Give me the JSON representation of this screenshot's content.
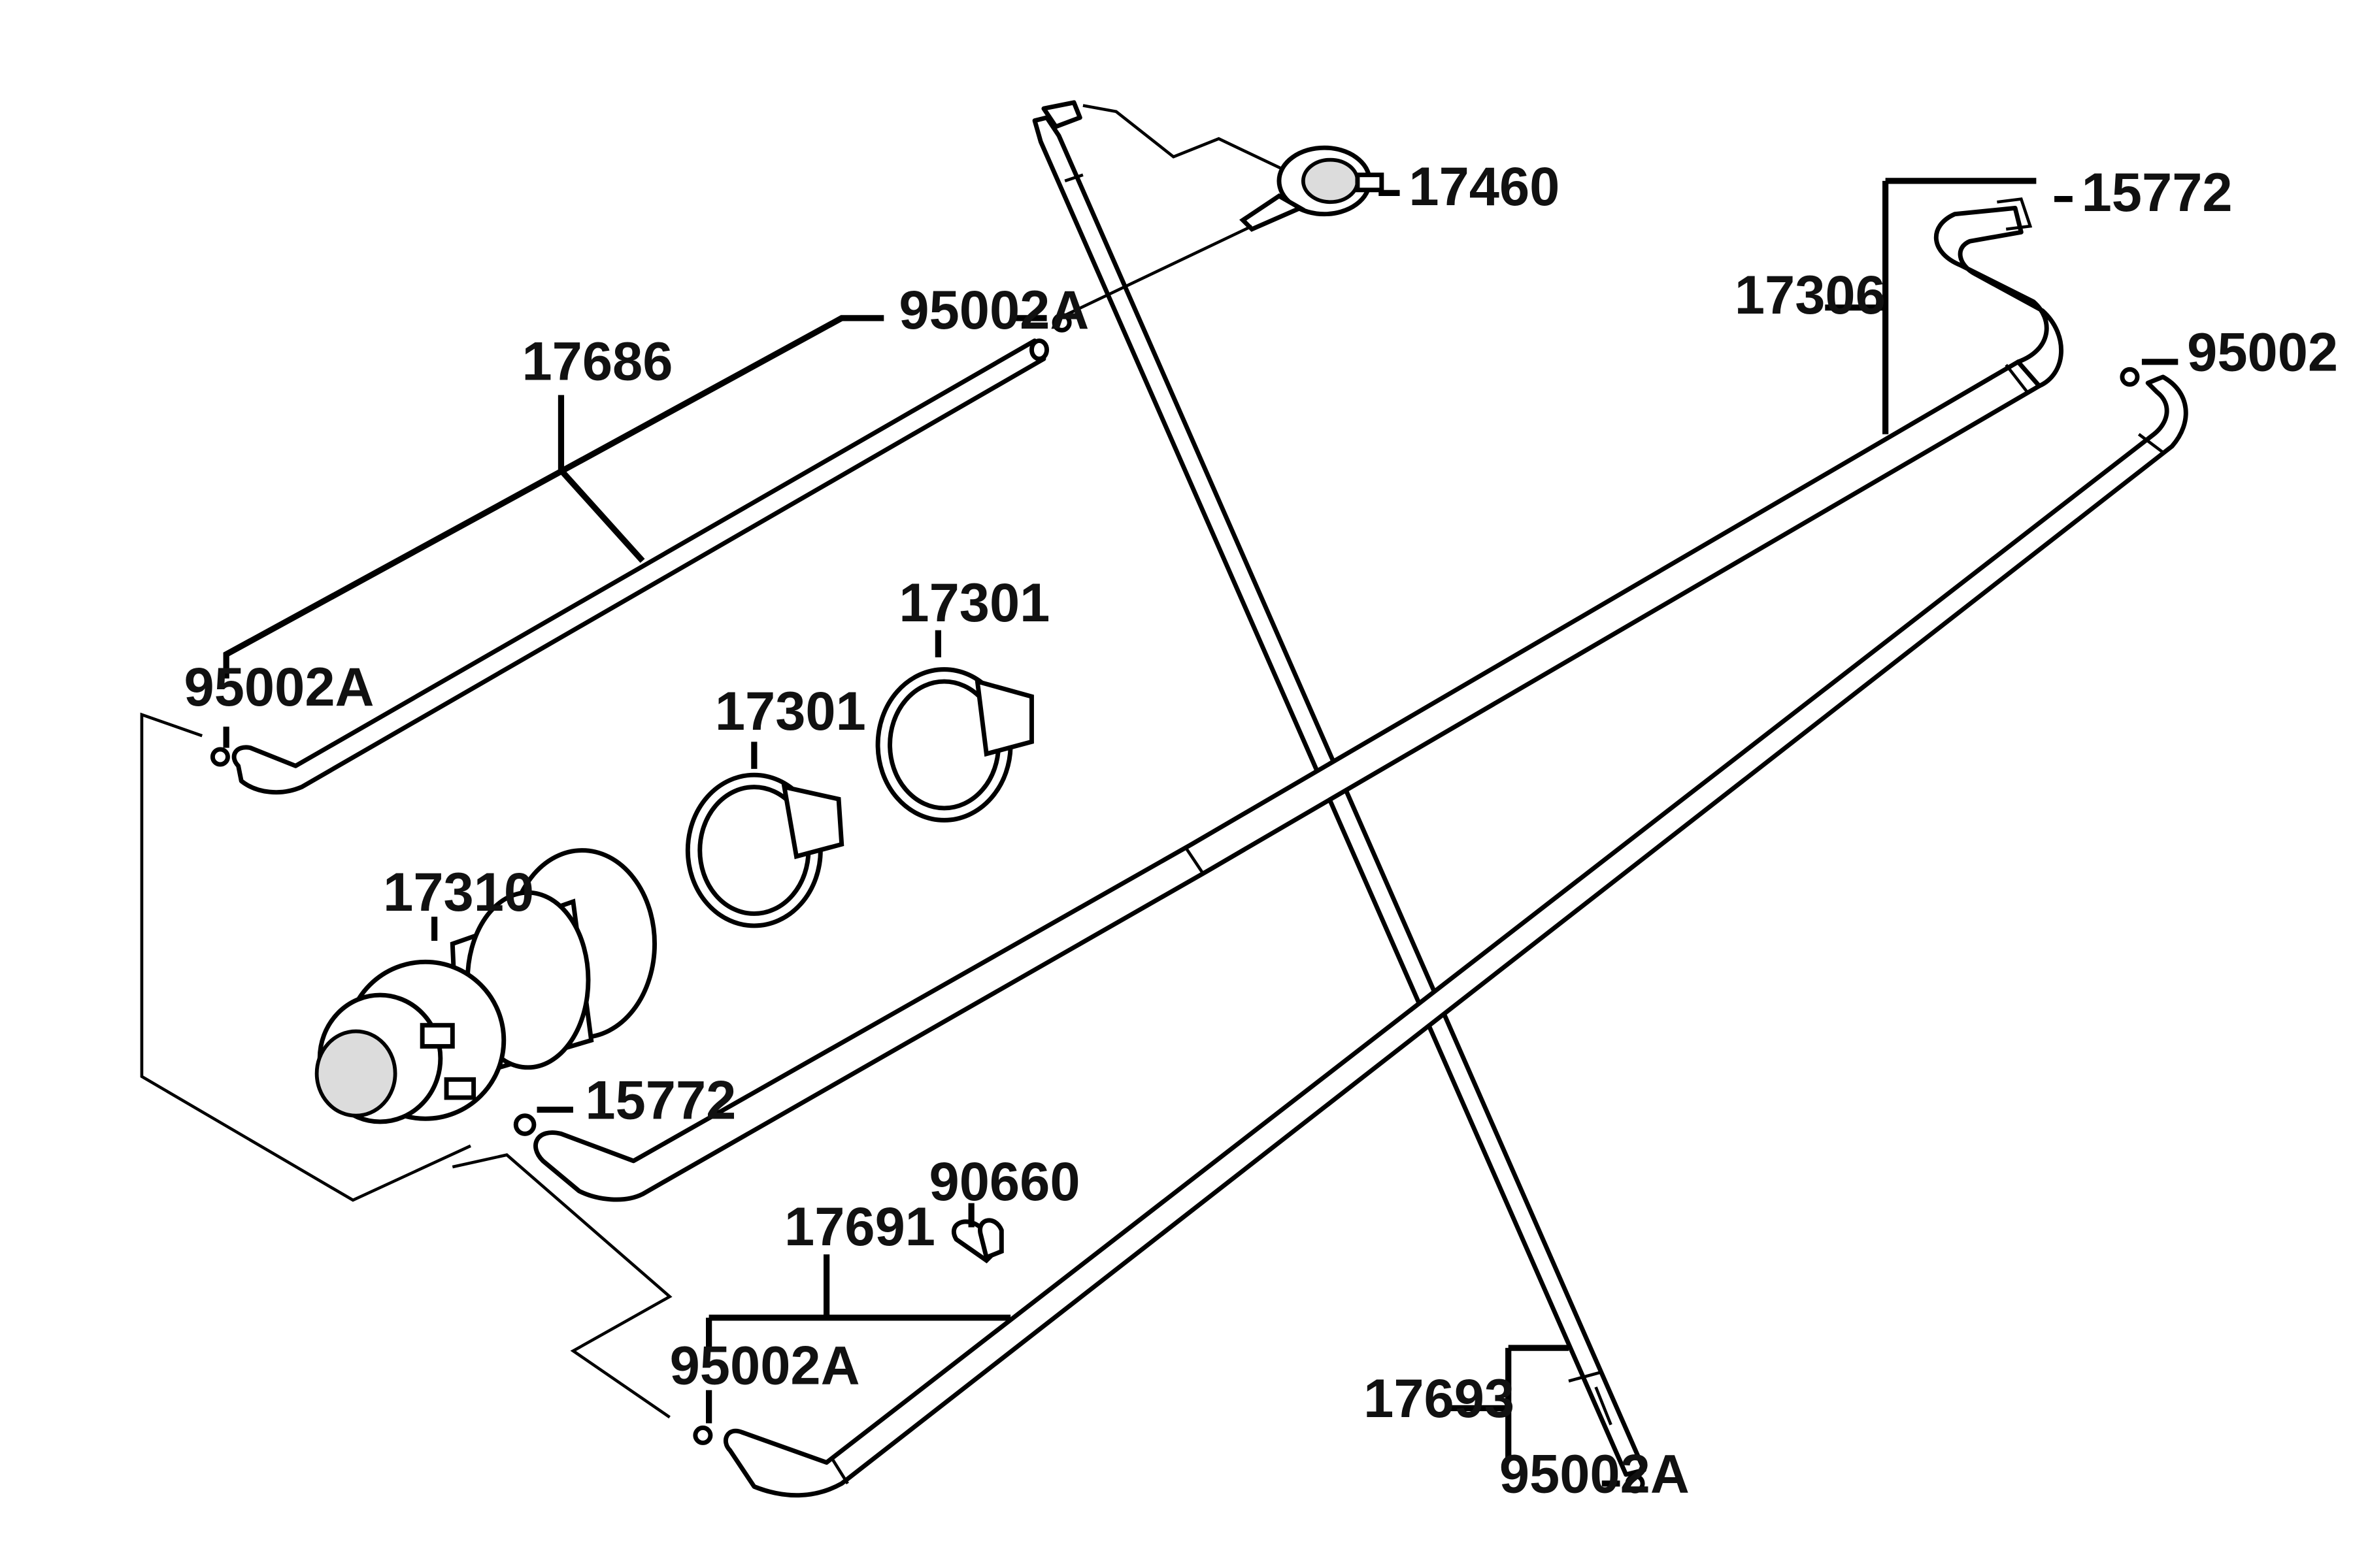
{
  "diagram": {
    "background": "#ffffff",
    "line_color": "#000000",
    "part_labels": {
      "p17460": "17460",
      "p15772_top": "15772",
      "p17306": "17306",
      "p95002_right": "95002",
      "p95002a_top": "95002A",
      "p17686": "17686",
      "p95002a_left": "95002A",
      "p17301_a": "17301",
      "p17301_b": "17301",
      "p17310": "17310",
      "p15772_mid": "15772",
      "p90660": "90660",
      "p17691": "17691",
      "p95002a_bottom": "95002A",
      "p17693": "17693",
      "p95002a_bottomright": "95002A"
    }
  }
}
